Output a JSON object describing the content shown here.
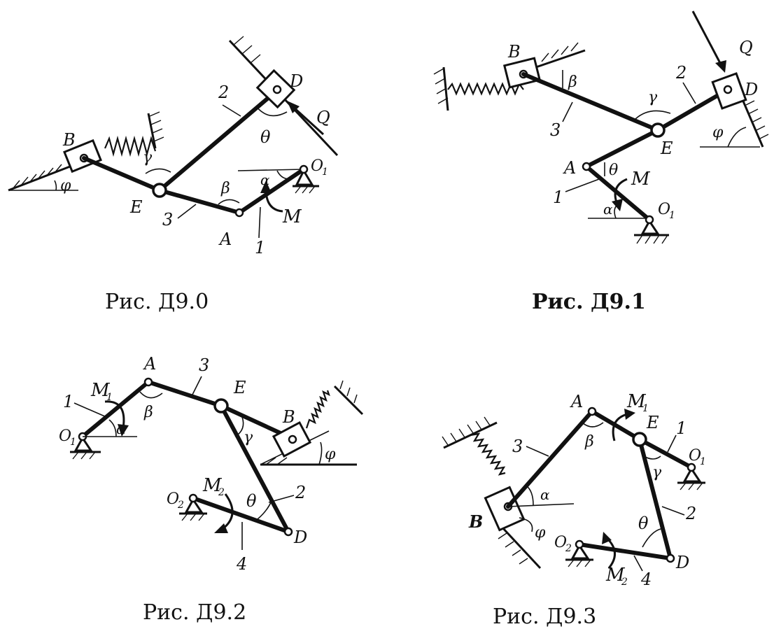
{
  "figures": [
    {
      "id": "d9-0",
      "caption": "Рис.  Д9.0",
      "labels": {
        "B": "B",
        "D": "D",
        "E": "E",
        "A": "A",
        "O1": "O",
        "O1_sub": "1",
        "Q": "Q",
        "M": "M",
        "phi": "φ",
        "gamma": "γ",
        "theta": "θ",
        "beta": "β",
        "alpha": "α",
        "link1": "1",
        "link2": "2",
        "link3": "3"
      }
    },
    {
      "id": "d9-1",
      "caption": "Рис.  Д9.1",
      "labels": {
        "B": "B",
        "D": "D",
        "E": "E",
        "A": "A",
        "O1": "O",
        "O1_sub": "1",
        "Q": "Q",
        "M": "M",
        "phi": "φ",
        "gamma": "γ",
        "theta": "θ",
        "beta": "β",
        "alpha": "α",
        "link1": "1",
        "link2": "2",
        "link3": "3"
      }
    },
    {
      "id": "d9-2",
      "caption": "Рис.  Д9.2",
      "labels": {
        "A": "A",
        "B": "B",
        "D": "D",
        "E": "E",
        "O1": "O",
        "O1_sub": "1",
        "O2": "O",
        "O2_sub": "2",
        "M1": "M",
        "M1_sub": "1",
        "M2": "M",
        "M2_sub": "2",
        "phi": "φ",
        "gamma": "γ",
        "theta": "θ",
        "beta": "β",
        "alpha": "α",
        "link1": "1",
        "link2": "2",
        "link3": "3",
        "link4": "4"
      }
    },
    {
      "id": "d9-3",
      "caption": "Рис.  Д9.3",
      "labels": {
        "A": "A",
        "B": "B",
        "D": "D",
        "E": "E",
        "O1": "O",
        "O1_sub": "1",
        "O2": "O",
        "O2_sub": "2",
        "M1": "M",
        "M1_sub": "1",
        "M2": "M",
        "M2_sub": "2",
        "phi": "φ",
        "gamma": "γ",
        "theta": "θ",
        "beta": "β",
        "alpha": "α",
        "link1": "1",
        "link2": "2",
        "link3": "3",
        "link4": "4"
      }
    }
  ]
}
